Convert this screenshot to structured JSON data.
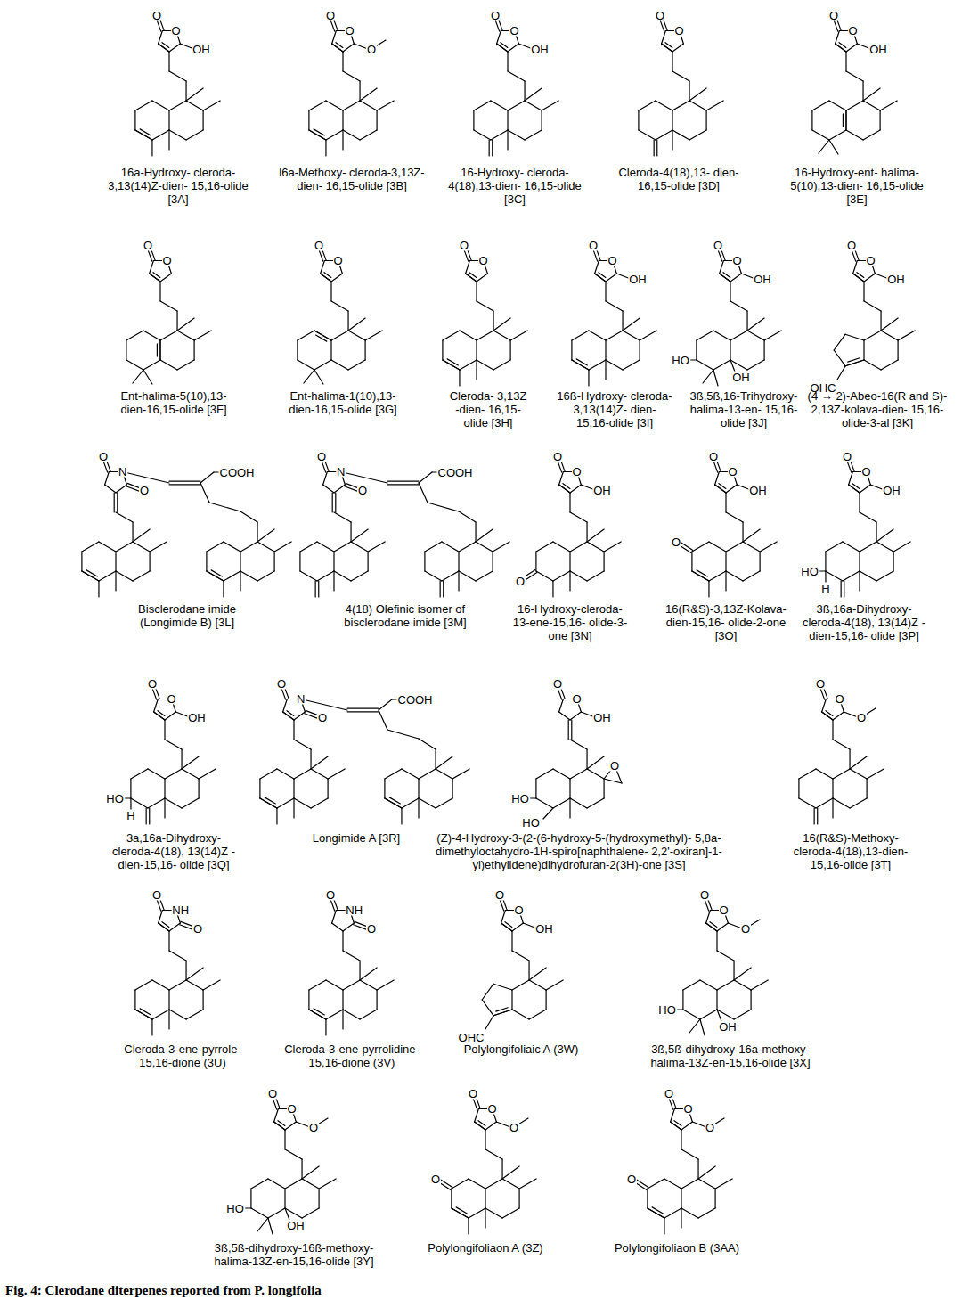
{
  "diagram": {
    "caption": "Fig. 4: Clerodane diterpenes reported from P. longifolia",
    "labels": [
      "O",
      "O",
      "OH",
      "16a-Hydroxy- cleroda-3,13(14)Z-dien- 15,16-olide [3A]",
      "O",
      "O",
      "O",
      "l6a-Methoxy- cleroda-3,13Z-dien- 16,15-olide [3B]",
      "O",
      "O",
      "OH",
      "16-Hydroxy- cleroda-4(18),13-dien- 16,15-olide [3C]",
      "O",
      "O",
      "Cleroda-4(18),13- dien-16,15-olide [3D]",
      "O",
      "O",
      "OH",
      "16-Hydroxy-ent- halima-5(10),13-dien- 16,15-olide [3E]",
      "O",
      "O",
      "Ent-halima-5(10),13- dien-16,15-olide [3F]",
      "O",
      "O",
      "Ent-halima-1(10),13- dien-16,15-olide [3G]",
      "O",
      "O",
      "Cleroda- 3,13Z -dien- 16,15-olide [3H]",
      "O",
      "O",
      "OH",
      "16ß-Hydroxy- cleroda-3,13(14)Z- dien-15,16-olide [3I]",
      "O",
      "O",
      "OH",
      "HO",
      "OH",
      "3ß,5ß,16-Trihydroxy- halima-13-en- 15,16-olide [3J]",
      "O",
      "O",
      "OH",
      "OHC",
      "(4 → 2)-Abeo-16(R and S)- 2,13Z-kolava-dien- 15,16-olide-3-al [3K]",
      "O",
      "N",
      "O",
      "COOH",
      "Bisclerodane imide (Longimide B) [3L]",
      "O",
      "N",
      "O",
      "COOH",
      "4(18) Olefinic isomer of bisclerodane imide [3M]",
      "O",
      "O",
      "OH",
      "O",
      "16-Hydroxy-cleroda- 13-ene-15,16- olide-3-one [3N]",
      "O",
      "O",
      "OH",
      "O",
      "16(R&S)-3,13Z-Kolava- dien-15,16- olide-2-one [3O]",
      "O",
      "O",
      "OH",
      "HO",
      "H",
      "3ß,16a-Dihydroxy- cleroda-4(18), 13(14)Z -dien-15,16- olide [3P]",
      "O",
      "O",
      "OH",
      "HO",
      "H",
      "3a,16a-Dihydroxy- cleroda-4(18), 13(14)Z -dien-15,16- olide [3Q]",
      "O",
      "N",
      "O",
      "COOH",
      "Longimide A [3R]",
      "O",
      "O",
      "OH",
      "O",
      "HO",
      "HO",
      "(Z)-4-Hydroxy-3-(2-(6-hydroxy-5-(hydroxymethyl)- 5,8a-dimethyloctahydro-1H-spiro[naphthalene- 2,2'-oxiran]-1-yl)ethylidene)dihydrofuran-2(3H)-one [3S]",
      "O",
      "O",
      "O",
      "16(R&S)-Methoxy- cleroda-4(18),13-dien- 15,16-olide [3T]",
      "O",
      "NH",
      "O",
      "Cleroda-3-ene-pyrrole- 15,16-dione (3U)",
      "O",
      "NH",
      "O",
      "Cleroda-3-ene-pyrrolidine- 15,16-dione (3V)",
      "O",
      "O",
      "OH",
      "OHC",
      "Polylongifoliaic A (3W)",
      "O",
      "O",
      "O",
      "HO",
      "OH",
      "3ß,5ß-dihydroxy-16a-methoxy- halima-13Z-en-15,16-olide [3X]",
      "O",
      "O",
      "O",
      "HO",
      "OH",
      "3ß,5ß-dihydroxy-16ß-methoxy- halima-13Z-en-15,16-olide [3Y]",
      "O",
      "O",
      "O",
      "O",
      "Polylongifoliaon A (3Z)",
      "O",
      "O",
      "O",
      "O",
      "Polylongifoliaon B (3AA)"
    ]
  }
}
